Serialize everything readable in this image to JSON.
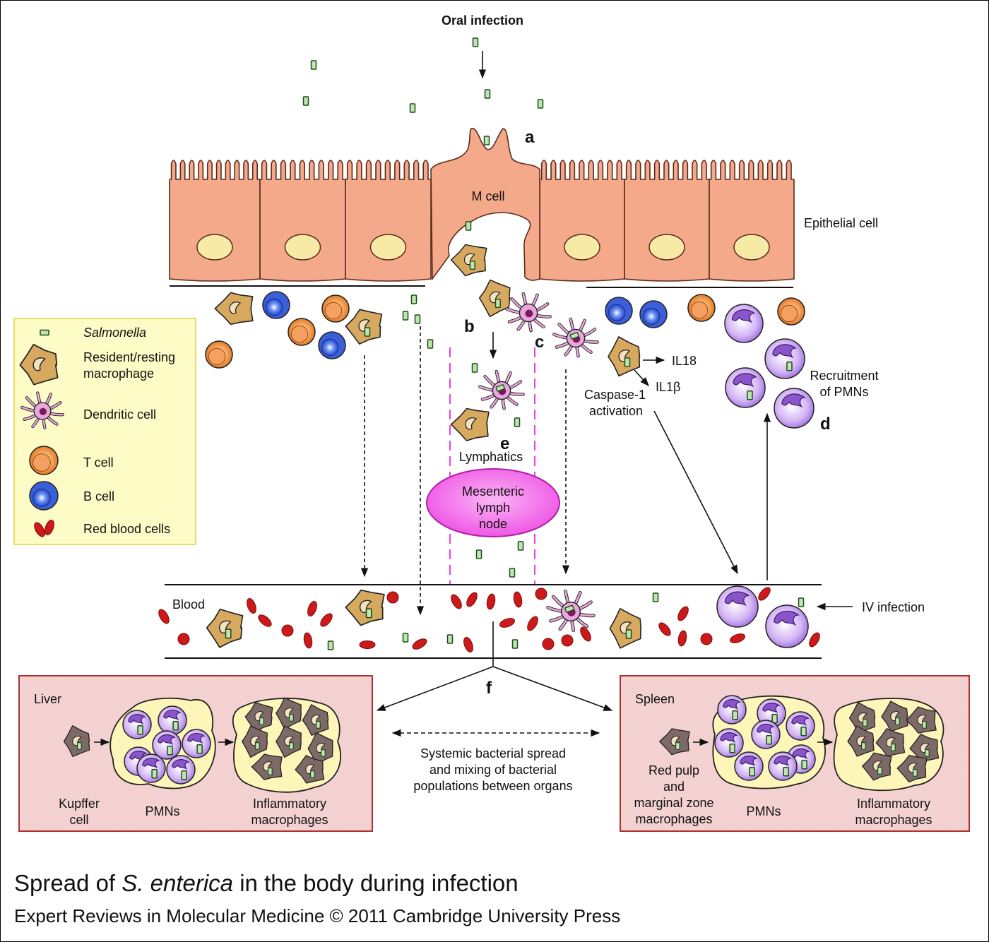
{
  "header": {
    "oral_infection": "Oral infection"
  },
  "labels": {
    "m_cell": "M cell",
    "epithelial_cell": "Epithelial cell",
    "lymphatics": "Lymphatics",
    "mesenteric_lymph_node": [
      "Mesenteric",
      "lymph",
      "node"
    ],
    "il18": "IL18",
    "il1b": "IL1β",
    "caspase": [
      "Caspase-1",
      "activation"
    ],
    "recruitment": [
      "Recruitment",
      "of PMNs"
    ],
    "blood": "Blood",
    "iv_infection": "IV infection",
    "systemic": [
      "Systemic bacterial spread",
      "and mixing of bacterial",
      "populations between organs"
    ]
  },
  "step_letters": {
    "a": "a",
    "b": "b",
    "c": "c",
    "d": "d",
    "e": "e",
    "f": "f"
  },
  "legend": {
    "items": [
      {
        "label": "Salmonella",
        "icon": "salmonella-icon",
        "italic": true
      },
      {
        "label": "Resident/resting",
        "label2": "macrophage",
        "icon": "macrophage-icon"
      },
      {
        "label": "Dendritic cell",
        "icon": "dendritic-cell-icon"
      },
      {
        "label": "T cell",
        "icon": "t-cell-icon"
      },
      {
        "label": "B cell",
        "icon": "b-cell-icon"
      },
      {
        "label": "Red blood cells",
        "icon": "red-blood-cell-icon"
      }
    ]
  },
  "liver": {
    "title": "Liver",
    "kupffer": [
      "Kupffer",
      "cell"
    ],
    "pmns": "PMNs",
    "inflammatory": [
      "Inflammatory",
      "macrophages"
    ]
  },
  "spleen": {
    "title": "Spleen",
    "red_pulp": [
      "Red pulp",
      "and",
      "marginal zone",
      "macrophages"
    ],
    "pmns": "PMNs",
    "inflammatory": [
      "Inflammatory",
      "macrophages"
    ]
  },
  "caption": {
    "title_pre": "Spread of ",
    "title_italic": "S. enterica",
    "title_post": " in the body during infection",
    "source": "Expert Reviews in Molecular Medicine © 2011 Cambridge University Press"
  },
  "colors": {
    "epithelium": "#f4a98a",
    "nucleus": "#f7eaa6",
    "legend_bg": "#fdfbc6",
    "organ_bg": "#f5d0d0",
    "organ_border": "#b03030",
    "lymph_node": "#f25ee8",
    "rbc": "#cc1a1a",
    "pmn": "#c9a8f0",
    "t_cell": "#f39a52",
    "b_cell": "#4d75e8",
    "macrophage": "#d6a95e",
    "salmonella": "#bfe6b0"
  }
}
